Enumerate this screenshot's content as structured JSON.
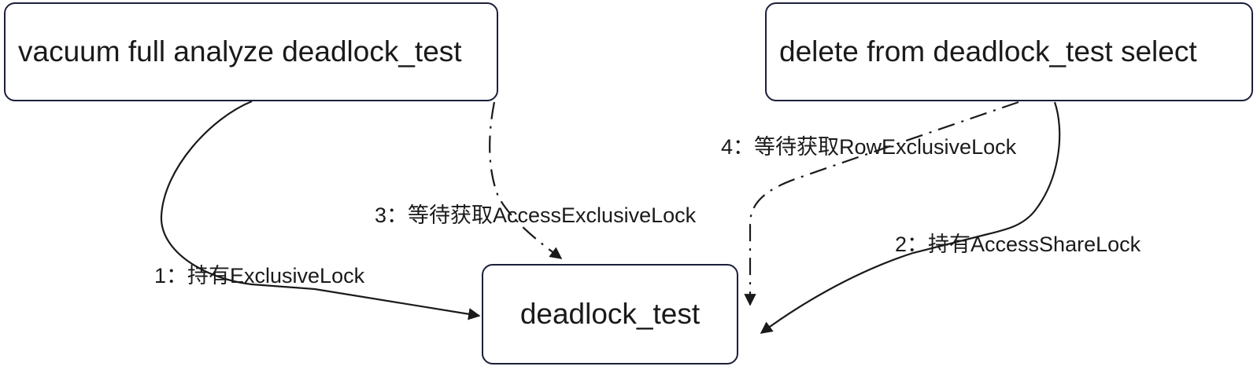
{
  "diagram": {
    "title": "PostgreSQL deadlock lock dependency diagram",
    "background_color": "#ffffff",
    "node_border_color": "#1b1f38",
    "edge_color": "#1a1a1a",
    "text_color": "#1a1a1a"
  },
  "nodes": [
    {
      "id": "vacuum-node",
      "label": "vacuum full analyze deadlock_test",
      "role": "transaction-1"
    },
    {
      "id": "delete-node",
      "label": "delete from deadlock_test select",
      "role": "transaction-2"
    },
    {
      "id": "table-node",
      "label": "deadlock_test",
      "role": "resource-table"
    }
  ],
  "edges": [
    {
      "id": "edge-1",
      "sequence": "1",
      "label": "1：持有ExclusiveLock",
      "lock": "ExclusiveLock",
      "relation": "持有",
      "style": "solid",
      "from": "vacuum-node",
      "to": "table-node"
    },
    {
      "id": "edge-2",
      "sequence": "2",
      "label": "2：持有AccessShareLock",
      "lock": "AccessShareLock",
      "relation": "持有",
      "style": "solid",
      "from": "delete-node",
      "to": "table-node"
    },
    {
      "id": "edge-3",
      "sequence": "3",
      "label": "3：等待获取AccessExclusiveLock",
      "lock": "AccessExclusiveLock",
      "relation": "等待获取",
      "style": "dash-dot",
      "from": "vacuum-node",
      "to": "table-node"
    },
    {
      "id": "edge-4",
      "sequence": "4",
      "label": "4：等待获取RowExclusiveLock",
      "lock": "RowExclusiveLock",
      "relation": "等待获取",
      "style": "dash-dot",
      "from": "delete-node",
      "to": "table-node"
    }
  ]
}
